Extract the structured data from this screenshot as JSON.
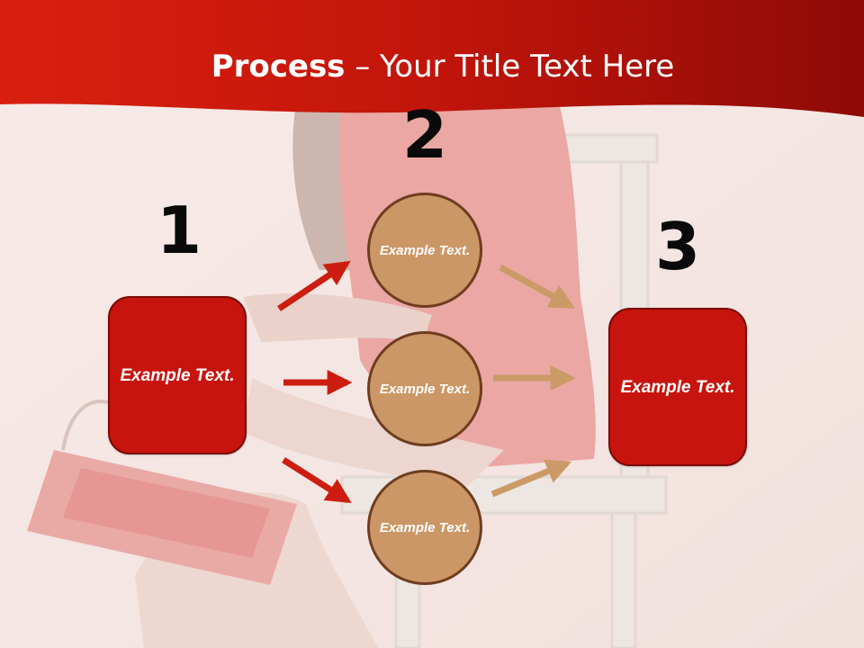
{
  "slide": {
    "title_bold": "Process",
    "title_rest": " – Your Title Text Here"
  },
  "colors": {
    "banner": "#c8170c",
    "box_fill": "#c8140e",
    "circle_fill": "#cc9766",
    "arrow_red": "#cc1d10",
    "arrow_tan": "#cb9a66"
  },
  "steps": {
    "one": {
      "number": "1",
      "text": "Example Text."
    },
    "two": {
      "number": "2",
      "circles": [
        {
          "text": "Example Text."
        },
        {
          "text": "Example Text."
        },
        {
          "text": "Example Text."
        }
      ]
    },
    "three": {
      "number": "3",
      "text": "Example Text."
    }
  }
}
